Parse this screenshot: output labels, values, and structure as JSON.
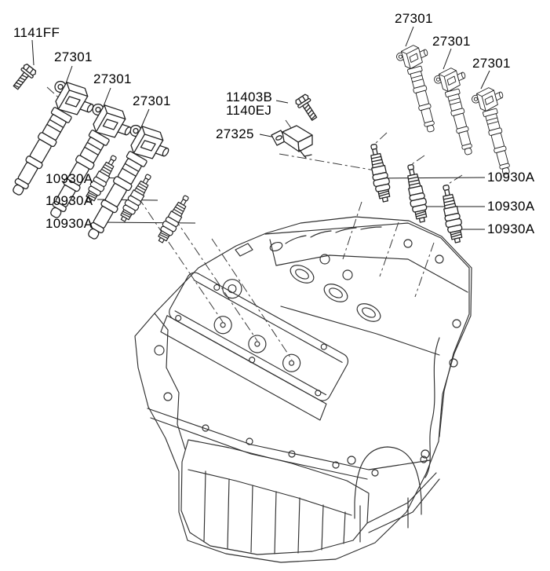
{
  "diagram": {
    "description": "V6 engine spark plug and ignition coil exploded parts diagram",
    "background": "#ffffff",
    "line_color": "#2f2f2f",
    "text_color": "#000000"
  },
  "parts": {
    "coil_bolt": {
      "part_number": "1141FF",
      "count": 1
    },
    "ignition_coil": {
      "part_number": "27301",
      "count": 6
    },
    "condenser_bolt_a": {
      "part_number": "11403B"
    },
    "condenser_bolt_b": {
      "part_number": "1140EJ"
    },
    "condenser": {
      "part_number": "27325",
      "count": 1
    },
    "spark_plug": {
      "part_number": "10930A",
      "count": 6
    }
  }
}
